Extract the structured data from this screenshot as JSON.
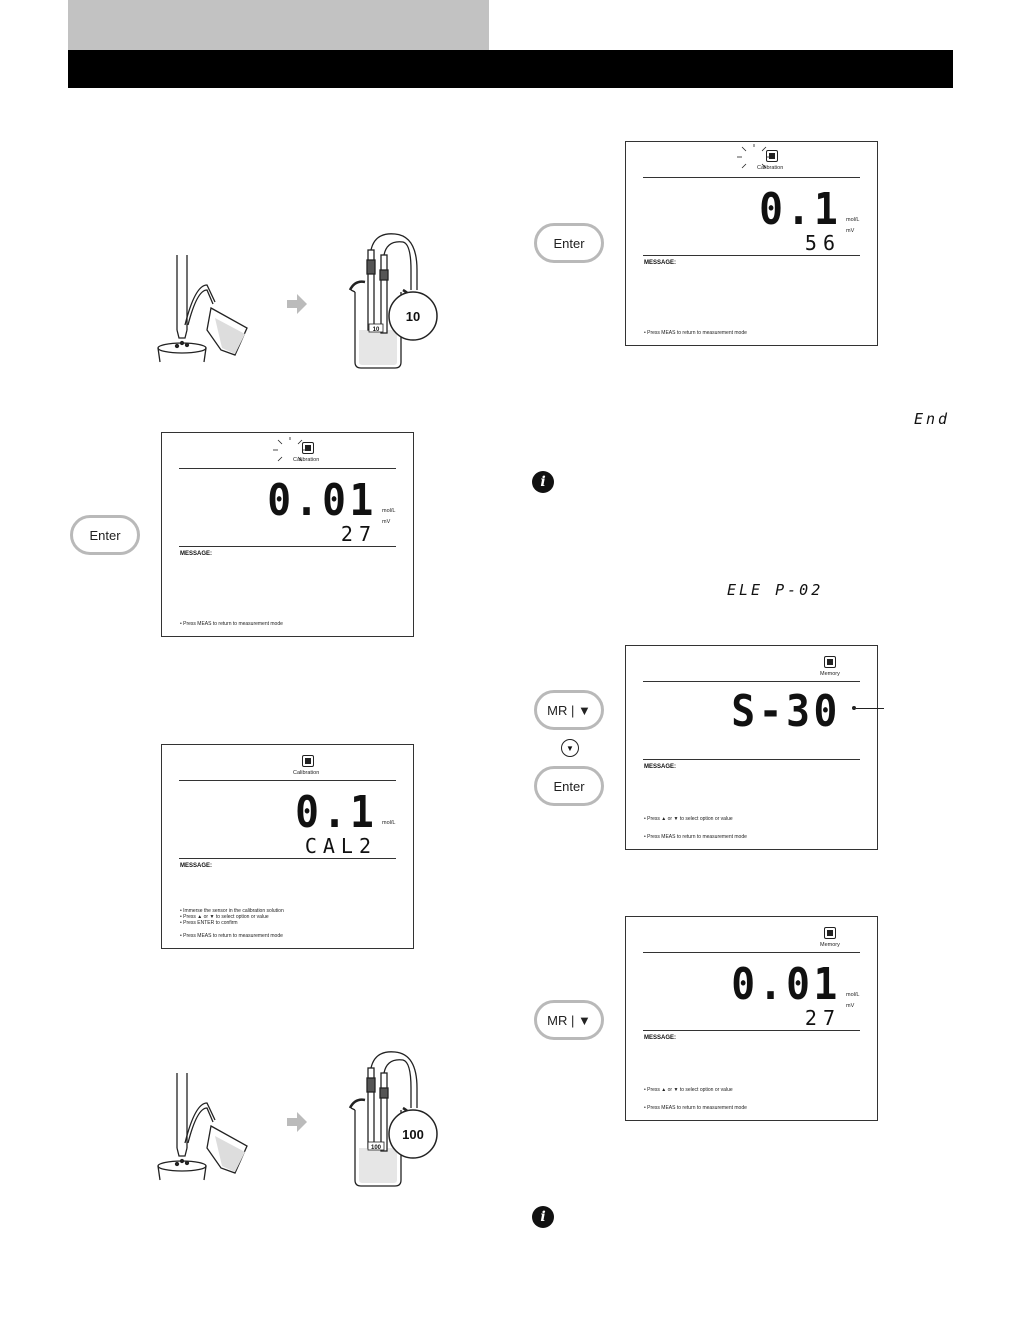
{
  "buttons": {
    "enter": "Enter",
    "mr_down": "MR | ▼"
  },
  "illustrations": {
    "cal1_tag": "10",
    "cal1_beaker_label": "10",
    "cal2_tag": "100",
    "cal2_beaker_label": "100"
  },
  "inline_displays": {
    "end": "End",
    "ele": "ELE P-02"
  },
  "screens": {
    "s1": {
      "icon_label": "Calibration",
      "main_value": "0.01",
      "unit_main": "mol/L",
      "secondary_value": "27",
      "unit_secondary": "mV",
      "message_label": "MESSAGE:",
      "note": "• Press MEAS to return to measurement mode"
    },
    "s2": {
      "icon_label": "Calibration",
      "main_value": "0.1",
      "unit_main": "mol/L",
      "secondary_value": "CAL2",
      "message_label": "MESSAGE:",
      "note1": "• Immerse the sensor in the calibration solution",
      "note2": "• Press ▲ or ▼ to select option or value",
      "note3": "• Press ENTER to confirm",
      "note4": "• Press MEAS to return to measurement mode"
    },
    "s3": {
      "icon_label": "Calibration",
      "main_value": "0.1",
      "unit_main": "mol/L",
      "secondary_value": "56",
      "unit_secondary": "mV",
      "message_label": "MESSAGE:",
      "note": "• Press MEAS to return to measurement mode"
    },
    "s4": {
      "icon_label": "Memory",
      "main_value": "S-30",
      "message_label": "MESSAGE:",
      "note1": "• Press ▲ or ▼ to select option or value",
      "note2": "• Press MEAS to return to measurement mode"
    },
    "s5": {
      "icon_label": "Memory",
      "main_value": "0.01",
      "unit_main": "mol/L",
      "secondary_value": "27",
      "unit_secondary": "mV",
      "message_label": "MESSAGE:",
      "note1": "• Press ▲ or ▼ to select option or value",
      "note2": "• Press MEAS to return to measurement mode"
    }
  }
}
